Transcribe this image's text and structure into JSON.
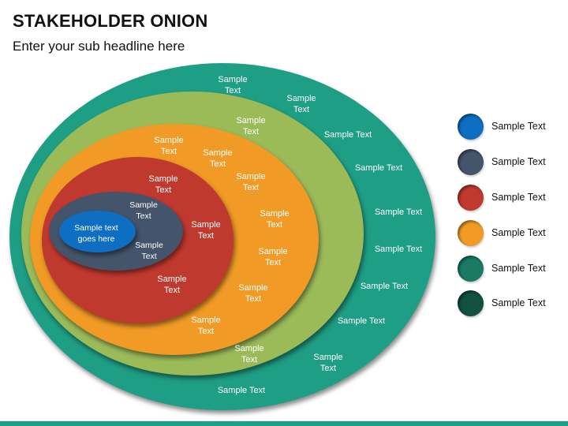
{
  "header": {
    "title": "STAKEHOLDER ONION",
    "subtitle": "Enter your sub headline here"
  },
  "colors": {
    "teal": "#1e9e84",
    "green": "#9bbb59",
    "orange": "#f19b26",
    "red": "#c0392f",
    "slate": "#44546a",
    "blue": "#0d6ec2",
    "dark_teal": "#1a7a62",
    "dark_green": "#12503f",
    "footer": "#1e9e84"
  },
  "onion": {
    "core": {
      "label": "Sample text goes here",
      "line1": "Sample text",
      "line2": "goes here"
    },
    "slate_labels": [
      {
        "line1": "Sample",
        "line2": "Text"
      },
      {
        "line1": "Sample",
        "line2": "Text"
      }
    ],
    "red_labels": [
      {
        "line1": "Sample",
        "line2": "Text"
      },
      {
        "line1": "Sample",
        "line2": "Text"
      },
      {
        "line1": "Sample",
        "line2": "Text"
      }
    ],
    "orange_labels": [
      {
        "line1": "Sample",
        "line2": "Text"
      },
      {
        "line1": "Sample",
        "line2": "Text"
      },
      {
        "line1": "Sample",
        "line2": "Text"
      },
      {
        "line1": "Sample",
        "line2": "Text"
      },
      {
        "line1": "Sample",
        "line2": "Text"
      },
      {
        "line1": "Sample",
        "line2": "Text"
      },
      {
        "line1": "Sample",
        "line2": "Text"
      }
    ],
    "green_labels": [
      {
        "line1": "Sample",
        "line2": "Text"
      },
      {
        "line1": "Sample",
        "line2": "Text"
      }
    ],
    "teal_labels": [
      {
        "line1": "Sample",
        "line2": "Text"
      },
      {
        "line1": "Sample",
        "line2": "Text"
      },
      {
        "line1": "Sample Text",
        "line2": ""
      },
      {
        "line1": "Sample Text",
        "line2": ""
      },
      {
        "line1": "Sample Text",
        "line2": ""
      },
      {
        "line1": "Sample Text",
        "line2": ""
      },
      {
        "line1": "Sample Text",
        "line2": ""
      },
      {
        "line1": "Sample Text",
        "line2": ""
      },
      {
        "line1": "Sample",
        "line2": "Text"
      },
      {
        "line1": "Sample Text",
        "line2": ""
      }
    ]
  },
  "legend": [
    {
      "label": "Sample Text",
      "color": "#0d6ec2"
    },
    {
      "label": "Sample Text",
      "color": "#44546a"
    },
    {
      "label": "Sample Text",
      "color": "#c0392f"
    },
    {
      "label": "Sample Text",
      "color": "#f19b26"
    },
    {
      "label": "Sample Text",
      "color": "#1a7a62"
    },
    {
      "label": "Sample Text",
      "color": "#12503f"
    }
  ]
}
